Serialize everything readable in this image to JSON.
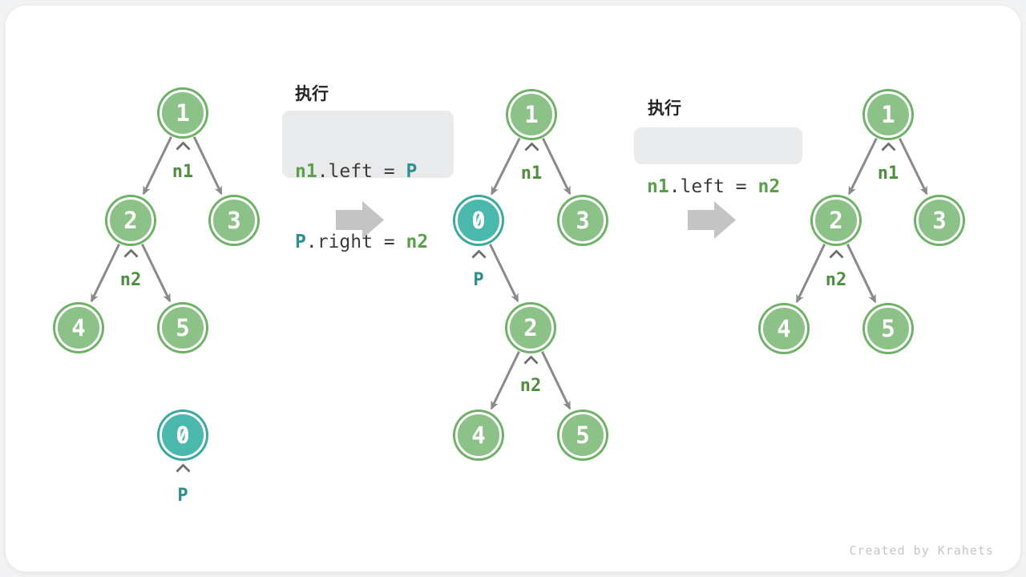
{
  "watermark": "Created by Krahets",
  "exec": {
    "label1": "执行",
    "label2": "执行"
  },
  "code1": {
    "l1a": "n1",
    "l1b": ".left = ",
    "l1c": "P",
    "l2a": "P",
    "l2b": ".right = ",
    "l2c": "n2"
  },
  "code2": {
    "l1a": "n1",
    "l1b": ".left = ",
    "l1c": "n2"
  },
  "trees": {
    "left": {
      "nodes": {
        "v1": "1",
        "v2": "2",
        "v3": "3",
        "v4": "4",
        "v5": "5",
        "v0": "0"
      },
      "pointers": {
        "n1": "n1",
        "n2": "n2",
        "p": "P"
      }
    },
    "middle": {
      "nodes": {
        "v1": "1",
        "v0": "0",
        "v3": "3",
        "v2": "2",
        "v4": "4",
        "v5": "5"
      },
      "pointers": {
        "n1": "n1",
        "p": "P",
        "n2": "n2"
      }
    },
    "right": {
      "nodes": {
        "v1": "1",
        "v2": "2",
        "v3": "3",
        "v4": "4",
        "v5": "5"
      },
      "pointers": {
        "n1": "n1",
        "n2": "n2"
      }
    }
  },
  "colors": {
    "node_green_fill": "#8cc287",
    "node_green_border": "#6eb167",
    "node_teal_fill": "#4bb8ad",
    "node_teal_border": "#3aa89c",
    "pointer_green": "#4f8e3f",
    "pointer_teal": "#2e8f88",
    "code_green": "#5aa04c",
    "code_teal": "#2e8f8e",
    "edge_gray": "#8a8a8a",
    "block_arrow_gray": "#c4c4c4",
    "code_bg": "#e9eaeb"
  }
}
